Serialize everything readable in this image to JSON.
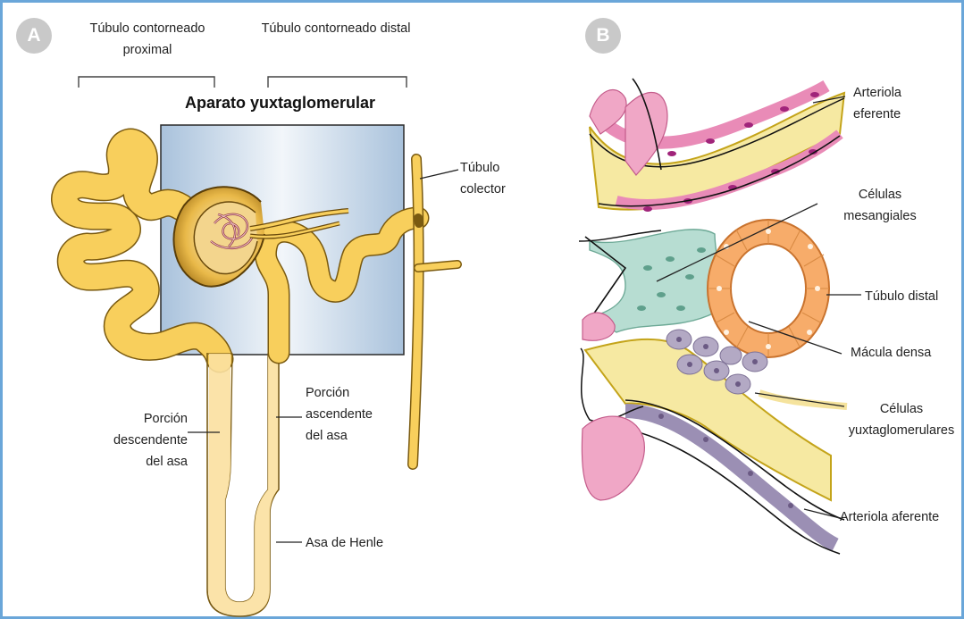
{
  "panel_a": {
    "badge": "A",
    "title": "Aparato yuxtaglomerular",
    "labels": {
      "proximal": "Túbulo contorneado proximal",
      "distal": "Túbulo contorneado distal",
      "collecting": "Túbulo colector",
      "descending": "Porción descendente del asa",
      "ascending": "Porción ascendente del asa",
      "henle": "Asa de Henle"
    }
  },
  "panel_b": {
    "badge": "B",
    "labels": {
      "efferent": "Arteriola eferente",
      "mesangial": "Células mesangiales",
      "distal_tubule": "Túbulo distal",
      "macula": "Mácula densa",
      "jg_cells": "Células yuxtaglomerulares",
      "afferent": "Arteriola aferente"
    }
  },
  "colors": {
    "tubule": "#f8cf5c",
    "tubule_edge": "#7a5a10",
    "box": "#bfd3e6",
    "pink": "#e88ab1",
    "magenta": "#a0247a",
    "mesangial": "#a9d6c9",
    "orange": "#f7ac6a",
    "purple": "#a9a0b8",
    "frame": "#6aa6d9"
  }
}
